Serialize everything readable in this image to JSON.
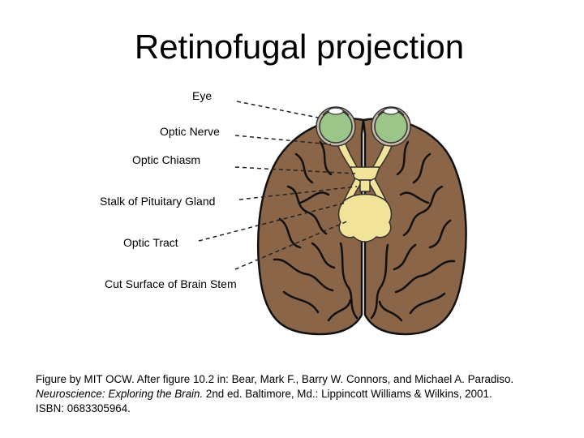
{
  "title": "Retinofugal projection",
  "labels": {
    "eye": "Eye",
    "optic_nerve": "Optic Nerve",
    "optic_chiasm": "Optic Chiasm",
    "stalk_pituitary": "Stalk of Pituitary Gland",
    "optic_tract": "Optic Tract",
    "cut_surface": "Cut Surface of Brain Stem"
  },
  "caption": {
    "line1": "Figure by MIT OCW. After figure 10.2 in: Bear, Mark F., Barry W. Connors, and Michael A. Paradiso.",
    "book_title": "Neuroscience: Exploring the Brain.",
    "line2_rest": " 2nd ed. Baltimore, Md.: Lippincott Williams & Wilkins, 2001.",
    "line3": "ISBN: 0683305964."
  },
  "colors": {
    "brain": "#8a6547",
    "brain_outline": "#111111",
    "eye_green": "#9cc58a",
    "optic_yellow": "#f2e39a"
  }
}
